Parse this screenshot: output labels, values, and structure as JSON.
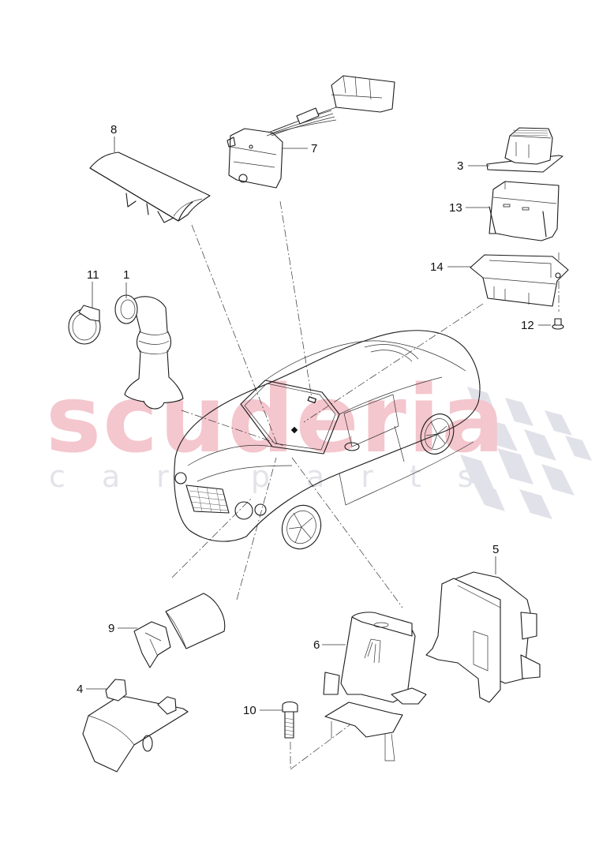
{
  "diagram": {
    "type": "exploded-parts-diagram",
    "subject": "Vehicle with electronic module/connector components",
    "watermark": {
      "main": "scuderia",
      "sub": "car parts",
      "main_color": "#f4c6cd",
      "checker_color": "#e0e0e8"
    },
    "callouts": [
      {
        "id": "1",
        "label": "1",
        "part": "elbow hose grommet"
      },
      {
        "id": "3",
        "label": "3",
        "part": "connector with flange"
      },
      {
        "id": "4",
        "label": "4",
        "part": "mounting bracket"
      },
      {
        "id": "5",
        "label": "5",
        "part": "control unit with bracket"
      },
      {
        "id": "6",
        "label": "6",
        "part": "holder / cradle"
      },
      {
        "id": "7",
        "label": "7",
        "part": "wiring harness with connector"
      },
      {
        "id": "8",
        "label": "8",
        "part": "trim cover"
      },
      {
        "id": "9",
        "label": "9",
        "part": "sensor / plug"
      },
      {
        "id": "10",
        "label": "10",
        "part": "bolt"
      },
      {
        "id": "11",
        "label": "11",
        "part": "hose clamp"
      },
      {
        "id": "12",
        "label": "12",
        "part": "cover cap"
      },
      {
        "id": "13",
        "label": "13",
        "part": "screw"
      },
      {
        "id": "14",
        "label": "14",
        "part": "housing"
      }
    ]
  }
}
